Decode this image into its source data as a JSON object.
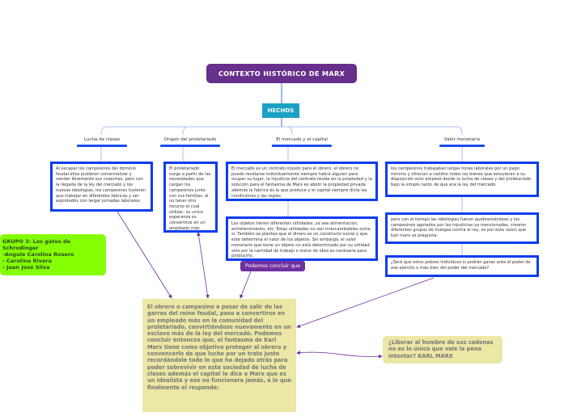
{
  "root": {
    "title": "CONTEXTO HISTÓRICO DE MARX"
  },
  "hub": {
    "label": "HECHOS"
  },
  "topics": [
    {
      "label": "Lucha de clases"
    },
    {
      "label": "Origen del proletariado"
    },
    {
      "label": "El mercado y el capital"
    },
    {
      "label": "Valor monetario"
    }
  ],
  "boxes": {
    "lucha": "Al escapar los campesinos del dominio feudal ellos pudieron comercializar y vender libremente sus cosechas, pero con la llegada de la ley del mercado y los nuevas ideologías, los campesinos tuvieron que trabajar en diferentes fabricas y ser explotados con largar jornadas laborales.",
    "origen": "El proletariado surge a partir de las necesidades que cargan los campesinos junto con sus familias, al no tener otro recurso el cual utilizar, su unica esperanza es convertirse en un empleado más",
    "mercado1": "El mercado es un contrato injusto para el obrero, el obrero no puedo revelarse individualmente siempre habrá alguien para ocupar su lugar, la injusticia del contrato reside en la propiedad y la solución para el  fantasma de Marx es abolir la propiedad privada además la fabrica es la que produce y el capital siempre dicta las condiciones y las reglas.",
    "mercado2": "Los objetos tienen diferentes utilidades, ya sea alimentación, entretenimiento, etc. Estas utilidades no son intercambiables entre si. También se plantea que el dinero es un constructo social y que este determina el valor de los objetos. Sin embargo, el valor monetario que tiene un objeto no está determinado por su utilidad sino por la cantidad de trabajo o mano de obra es necesaria para producirlo.",
    "valor1": "los campesinos trabajaban largas horas laborales por un pago mínimo y ofrecían a cambio todos los bienes que estuvieran a su disposición esto empezó desde la lucha de clases y del proletariado bajo la simple razón de que era la ley del mercado.",
    "valor2": "pero con el tiempo las ideologías fueron quebrantándose y los campesinos agotados por las injusticias ya mencionadas, crearon diferentes grupos de huelgas contra el rey, es por esta razon que karl marx se pregunta:",
    "valor3": "¿Será que estos pobres individuos si podrán ganar ante el poder de ese ejército o más bien del poder del mercado?"
  },
  "group": {
    "lines": [
      "GRUPO 3: Los gatos de Schrodinger",
      "-Angule Carolina Rosero",
      "- Carolina Rivera",
      "- Juan José Silva"
    ]
  },
  "concluir": {
    "label": "Podemos concluir que"
  },
  "conclusion": {
    "text": "El obrero o campesino a pesar de salir de las garras del reino feudal, paso a convertirse en un empleado más en la comunidad del proletariado, convirtiéndose nuevamente en un esclavo más de la ley del mercado. Podemos concluir entonces que, el fantasma de Karl Marx tiene como objetivo proteger al obrero y convencerlo de que luche por un trato justo recordándole todo lo que ha dejado atrás para poder sobrevivir en esta sociedad de lucha de clases además el capital le dice a Marx que es un idealista y eso no funcionara jamás, a lo que finalmente el responde:"
  },
  "quote": {
    "text": "¿Liberar al hombre de sus cadenas no es lo único que vale la pena intentar? KARL MARX"
  },
  "colors": {
    "root": "#66308c",
    "hub": "#1ba1c4",
    "box_border": "#0b3df0",
    "group": "#84ff04",
    "concluir": "#7030a0",
    "tan": "#ebe7a5",
    "arrow": "#7030a0"
  }
}
